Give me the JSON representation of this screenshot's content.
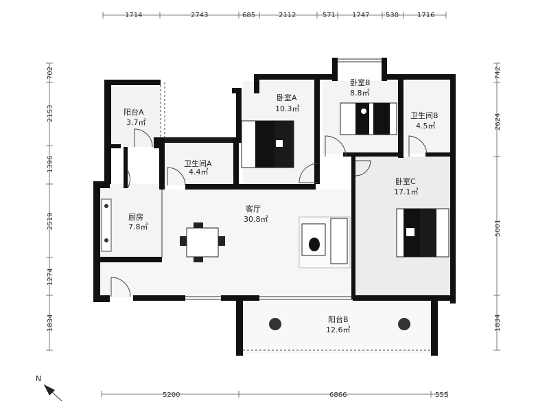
{
  "colors": {
    "wall": "#111111",
    "room_fill": "#f2f2f2",
    "bedroom_c_fill": "#ececec",
    "line": "#444444"
  },
  "dimensions": {
    "top": [
      "1714",
      "2743",
      "685",
      "2112",
      "571",
      "1747",
      "530",
      "1716"
    ],
    "bottom": [
      "5200",
      "6866",
      "555"
    ],
    "left": [
      "702",
      "2153",
      "1396",
      "2519",
      "1274",
      "1834"
    ],
    "right": [
      "742",
      "2624",
      "5001",
      "1834"
    ]
  },
  "rooms": [
    {
      "key": "balcony_a",
      "name": "阳台A",
      "area": "3.7㎡"
    },
    {
      "key": "bedroom_a",
      "name": "卧室A",
      "area": "10.3㎡"
    },
    {
      "key": "bedroom_b",
      "name": "卧室B",
      "area": "8.8㎡"
    },
    {
      "key": "bath_b",
      "name": "卫生间B",
      "area": "4.5㎡"
    },
    {
      "key": "bath_a",
      "name": "卫生间A",
      "area": "4.4㎡"
    },
    {
      "key": "bedroom_c",
      "name": "卧室C",
      "area": "17.1㎡"
    },
    {
      "key": "kitchen",
      "name": "厨房",
      "area": "7.8㎡"
    },
    {
      "key": "living",
      "name": "客厅",
      "area": "30.8㎡"
    },
    {
      "key": "balcony_b",
      "name": "阳台B",
      "area": "12.6㎡"
    }
  ],
  "compass": {
    "label": "N",
    "icon": "north-arrow-icon"
  }
}
